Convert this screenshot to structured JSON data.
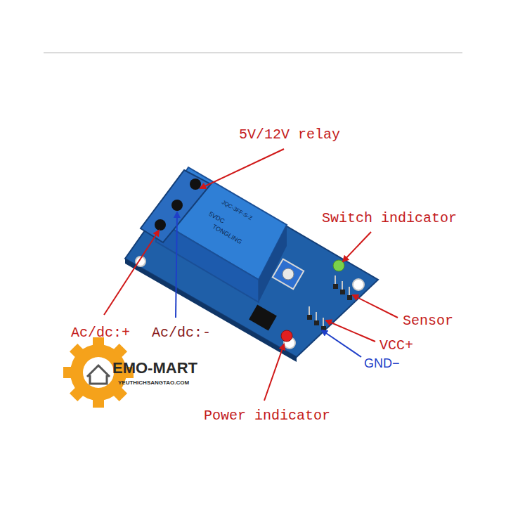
{
  "diagram": {
    "labels": [
      "5V/12V relay",
      "Switch indicator",
      "Sensor",
      "VCC+",
      "GND−",
      "Ac/dc:+",
      "Ac/dc:-",
      "Power indicator",
      "TONGLING",
      "5VDC",
      "JQC-3FF-S-Z",
      "EMO-MART",
      "YEUTHICHSANGTAO.COM"
    ]
  }
}
